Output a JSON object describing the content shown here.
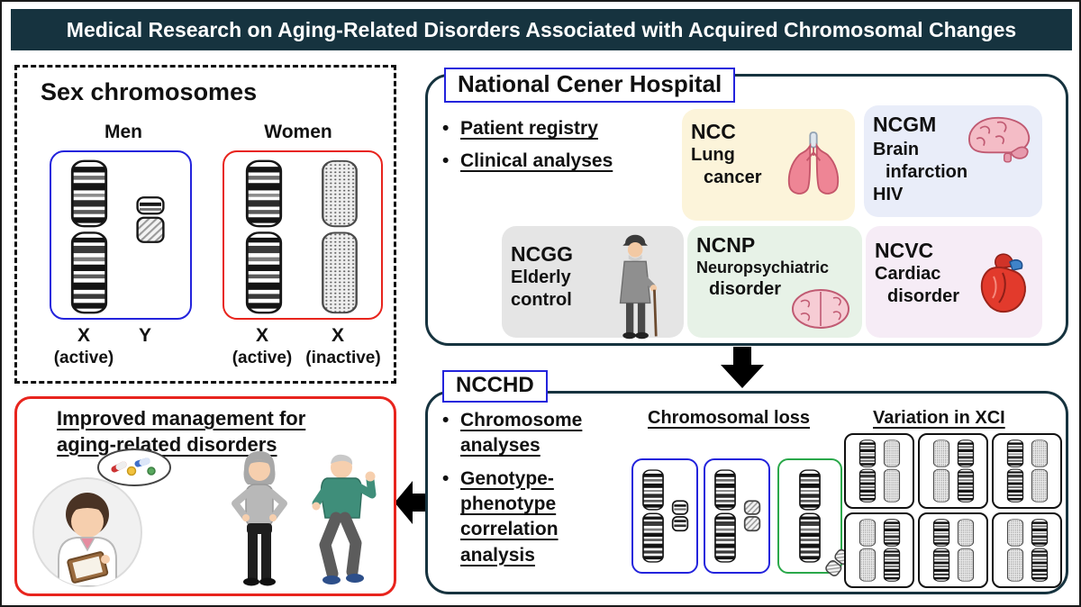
{
  "header": {
    "title": "Medical Research on Aging-Related Disorders Associated with Acquired Chromosomal Changes"
  },
  "colors": {
    "banner_bg": "#16333f",
    "panel_border": "#16333f",
    "blue_accent": "#2323dc",
    "red_accent": "#e8241d",
    "green_accent": "#2aa84a",
    "ncc_bg": "#fcf4da",
    "ncgm_bg": "#e9edf9",
    "ncgg_bg": "#e5e5e5",
    "ncnp_bg": "#e7f2e7",
    "ncvc_bg": "#f6ecf6"
  },
  "sex_panel": {
    "title": "Sex chromosomes",
    "men": {
      "label": "Men",
      "chr1_name": "X",
      "chr1_state": "(active)",
      "chr2_name": "Y"
    },
    "women": {
      "label": "Women",
      "chr1_name": "X",
      "chr1_state": "(active)",
      "chr2_name": "X",
      "chr2_state": "(inactive)"
    }
  },
  "hospital_panel": {
    "title": "National Cener Hospital",
    "bullets": [
      "Patient registry",
      "Clinical analyses"
    ],
    "centers": [
      {
        "abbr": "NCC",
        "lines": [
          "Lung",
          "cancer"
        ],
        "icon": "lungs-icon"
      },
      {
        "abbr": "NCGM",
        "lines": [
          "Brain",
          "infarction",
          "HIV"
        ],
        "icon": "brain-icon"
      },
      {
        "abbr": "NCGG",
        "lines": [
          "Elderly",
          "control"
        ],
        "icon": "elderly-man-icon"
      },
      {
        "abbr": "NCNP",
        "lines": [
          "Neuropsychiatric",
          "disorder"
        ],
        "icon": "brain-slice-icon"
      },
      {
        "abbr": "NCVC",
        "lines": [
          "Cardiac",
          "disorder"
        ],
        "icon": "heart-icon"
      }
    ]
  },
  "ncchd_panel": {
    "title": "NCCHD",
    "bullets": [
      "Chromosome analyses",
      "Genotype-phenotype correlation analysis"
    ],
    "sections": {
      "loss_title": "Chromosomal loss",
      "xci_title": "Variation in XCI"
    }
  },
  "outcome_panel": {
    "title": "Improved management for aging-related disorders"
  },
  "icons": [
    "lungs-icon",
    "brain-icon",
    "elderly-man-icon",
    "brain-slice-icon",
    "heart-icon",
    "down-arrow-icon",
    "left-arrow-icon",
    "pills-icon"
  ]
}
